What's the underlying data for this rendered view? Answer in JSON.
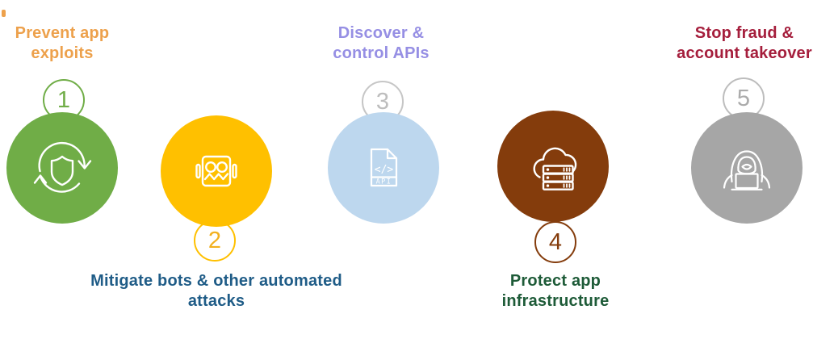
{
  "diagram": {
    "type": "numbered-step-circles",
    "background_color": "#FFFFFF",
    "steps": [
      {
        "number": "1",
        "label_lines": [
          "Prevent app",
          "exploits"
        ],
        "label_color": "#EDA14C",
        "circle_color": "#70AD47",
        "ring_color": "#70AD47",
        "number_color": "#70AD47",
        "icon": "shield-cycle-icon",
        "label_position": "top",
        "number_position": "above-circle"
      },
      {
        "number": "2",
        "label_lines": [
          "Mitigate bots & other automated",
          "attacks"
        ],
        "label_color": "#1F5C87",
        "circle_color": "#FFC000",
        "ring_color": "#FFC000",
        "number_color": "#F2B01E",
        "icon": "bot-face-icon",
        "label_position": "bottom",
        "number_position": "below-circle"
      },
      {
        "number": "3",
        "label_lines": [
          "Discover &",
          "control APIs"
        ],
        "label_color": "#968FE4",
        "circle_color": "#BDD7EE",
        "ring_color": "#C6C6C6",
        "number_color": "#BDBDBD",
        "icon": "api-file-icon",
        "icon_texts": {
          "code": "</>",
          "api": "API"
        },
        "label_position": "top",
        "number_position": "above-circle"
      },
      {
        "number": "4",
        "label_lines": [
          "Protect app",
          "infrastructure"
        ],
        "label_color": "#1E5B38",
        "circle_color": "#843C0C",
        "ring_color": "#843C0C",
        "number_color": "#843C0C",
        "icon": "cloud-server-icon",
        "label_position": "bottom",
        "number_position": "below-circle"
      },
      {
        "number": "5",
        "label_lines": [
          "Stop fraud &",
          "account takeover"
        ],
        "label_color": "#A51E3C",
        "circle_color": "#A6A6A6",
        "ring_color": "#BDBDBD",
        "number_color": "#ABABAB",
        "icon": "hooded-hacker-icon",
        "label_position": "top",
        "number_position": "above-circle"
      }
    ]
  }
}
